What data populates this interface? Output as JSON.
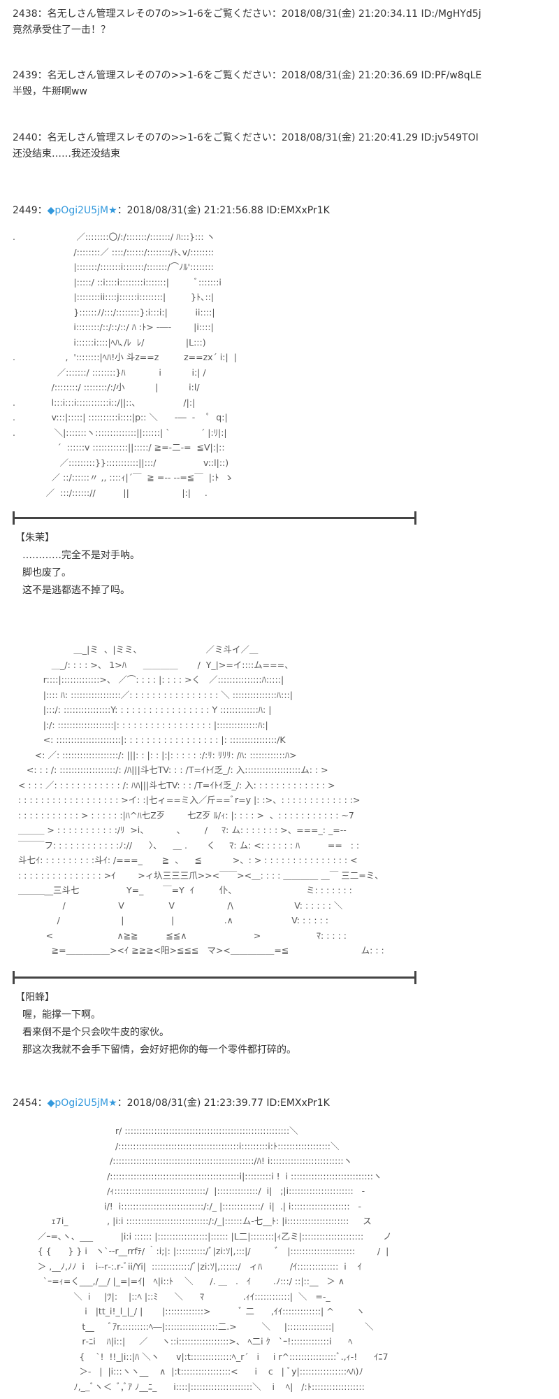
{
  "posts": [
    {
      "header": "2438：名无しさん管理スレその7の>>1-6をご覧ください：2018/08/31(金) 21:20:34.11 ID:/MgHYd5j",
      "body": "竟然承受住了一击！？"
    },
    {
      "header": "2439：名无しさん管理スレその7の>>1-6をご覧ください：2018/08/31(金) 21:20:36.69 ID:PF/w8qLE",
      "body": "半毁，牛掰啊ww"
    },
    {
      "header": "2440：名无しさん管理スレその7の>>1-6をご覧ください：2018/08/31(金) 21:20:41.29 ID:jv549TOI",
      "body": "还没结束……我还没结束"
    }
  ],
  "post2449": {
    "number": "2449：",
    "trip": "◆pOgi2U5jM",
    "star": "★",
    "meta": "：2018/08/31(金) 21:21:56.88 ID:EMXxPr1K"
  },
  "post2454": {
    "number": "2454：",
    "trip": "◆pOgi2U5jM",
    "star": "★",
    "meta": "：2018/08/31(金) 21:23:39.77 ID:EMXxPr1K"
  },
  "art1": [
    ".                      ／::::::::〇/:/:::::::/:::::::/ ﾊ:::}::: ヽ",
    "                      /::::::::／ ::::/::::::/::::::::/ﾄ､v/::::::::",
    "                      |:::::::/:::::::i:::::::/:::::::/⌒ﾉﾙ'::::::::",
    "                      |:::::/ ::i::::i::::::::i:::::::|         ﾞ:::::::i",
    "                      |::::::::ii::::j::::::i::::::::|         }ﾄ､::|",
    "                      }::::::ﾉ/:::/::::::::}:i:::i:|          ii::::|",
    "                      i::::::::/::/::/::/ ﾊ :ﾄ> ‐―‐        |i::::|",
    "                      i::::::i::::|ﾍﾊ､/ﾚ  ﾚ/               |L:::)",
    ".                  ,  '::::::::|ﾍﾊ!小 斗z==z         z==zx´ i:|  |",
    "                ／:::::::/ ::::::::}ﾊ            i           i:| /",
    "              /::::::::/ ::::::::/:/小           |           i:l/",
    ".             l:::i:::i:::::::::::i::/||::､                 /|:|",
    ".             v:::|:::::| ::::::::::i::::|p:: ＼      ‐―  -    ﾟ  q:|",
    ".              ＼|:::::::ヽ::::::::::::::||::::::| `           ´ |:ﾘ|:|",
    "                ´  ::::::v ::::::::::::||:::::/ ≧=‐二‐=  ≦V|:|::",
    "                 ／:::::::::}}:::::::::::||:::/                 v::l|::)",
    "              ／ ::/::::::〃 ,, ::::ｨ|´￣  ≧ =‐‐ ‐‐=≦￣  |:ﾄ  ゝ",
    "            ／  :::/:::::://          ||                   |:|     ."
  ],
  "speaker1": "【朱茉】",
  "lines1": [
    "…………完全不是对手呐。",
    "脚也废了。",
    "这不是逃都逃不掉了吗。"
  ],
  "art2": [
    "                      ＿_|ミ  、|ミミ、                       ／ミ斗イ／＿",
    "              ＿_/: : : : >、 1>ﾊ      ＿＿＿＿       /  Y_|>=イ::::ム===、",
    "           r::::|:::::::::::::>、 ／⌒: : : : |: : : : >く   ／:::::::::::::::ﾊ:::::|",
    "           |:::: ﾊ: :::::::::::::::::／: : : : : : : : : : : : : : : : ＼ :::::::::::::::ﾊ:::|",
    "           |:::/: ::::::::::::::::Y: : : : : : : : : : : : : : : : : Y :::::::::::::ﾊ: |",
    "           |:/: :::::::::::::::::::|: : : : : : : : : : : : : : : : : |::::::::::::::ﾊ:|",
    "           <: ::::::::::::::::::::::|: : : : : : : : : : : : : : : : : |: ::::::::::::::::/K",
    "        <: ／: :::::::::::::::::::/: |||: : |: : |:|: : : : : :/:ﾘ: ﾘﾘﾘ: /ﾊ: ::::::::::::ﾊ>",
    "     <: : : /: :::::::::::::::::::/: /ﾊ|||斗七TV: : : /T=ｲﾄｲ乏_/: 入:::::::::::::::::::ム: : >",
    "  < : : : ／: : : : : : : : : : : : /: ﾊﾊ|||斗七TV: : : /T=ｲﾄｲ乏_/: 入: : : : : : : : : : : : : >",
    "  : : : : : : : : : : : : : : : : : : >イ: :|七ィ==ミ入／斤==ﾞr=y |: :>、: : : : : : : : : : : : :>",
    "  : : : : : : : : : : : > : : : : : :|ﾊ^ﾊ七Z歹        七Z歹 ﾙ/ｨ: |: : : : >  、: : : : : : : : : : : ~7",
    "  ＿＿＿ > : : : : : : : : : : :/ﾘ  >i、          、       /     ﾏ: ム: : : : : : : >、===_: _=-‐",
    "  ￣￣￣フ: : : : : : : : : : : :ﾉ://      〉、    ＿ .       く     ﾏ: ム: <: : : : : : ﾊ          ==   : :",
    "  斗七ｲ: : : : : : : : : :斗ｲ: /===_       ≧  、    ≦           >、: > : : : : : : : : : : : : : : : <",
    "  : : : : : : : : : : : : : : : >ｲ        >ィ圦三三三爪>><￣￣><＿: : : : ＿＿＿＿ ＿￣ 三二=ミ、",
    "  ＿＿＿__三斗七                 Y=_       ￣=Y  ｲ         仆、                         ミ: : : : : : :",
    "                  /                   V                V                   /\\                      V: : : : : : ＼",
    "                /                      |                 |                  .∧                     V: : : : : :",
    "            <                       ∧≧≧          ≦≦∧                        >                    ﾏ: : : : :",
    "              ≧=＿＿＿＿＿><ｲ ≧≧≧<阳>≦≦≦   マ><＿＿＿＿＿=≦                          ム: : :"
  ],
  "speaker2": "【阳蜂】",
  "lines2": [
    "喔，能撑一下啊。",
    "看来倒不是个只会吹牛皮的家伙。",
    "那这次我就不会手下留情，会好好把你的每一个零件都打碎的。"
  ],
  "art3": [
    "                                     r/ ::::::::::::::::::::::::::::::::::::::::::::::::::::::::＼",
    "                                     /:::::::::::::::::::::::::::::::::::::::::i:::::::::i:ﾄ::::::::::::::::::＼",
    "                                   /::::::::::::::::::::::::::::::::::::::::::::::::/ﾊ! i:::::::::::::::::::::::::ヽ",
    "                                  /::::::::::::::::::::::::::::::::::::::::::::i|:::::::::i !  i ::::::::::::::::::::::::::::ヽ",
    "                                  /ｨ:::::::::::::::::::::::::::::::/  |::::::::::::::/  i|   ;|i::::::::::::::::::::::   ‐",
    "                                 i/!  i::::::::::::::::::::::::::::/:/_ |:::::::::::::/  i|  .| i::::::::::::::::::::   -",
    "              ｪ7i_              , |i:i ::::::::::::::::::::::::::::/:/_|::::::ム‐七__ﾄ: |i:::::::::::::::::::::     ス",
    "         ／ｰ=､ヽ、___          |i:i :::::: |:::::::::::::::::|:::::: |L二|::::::::|ｨ乙ミ|:::::::::::::::::::::       ノ",
    "         { {      } } i   ヽ`‐-r__rrfﾃ/ ｀:i;|: |::::::::::/ﾞ|zi:ｿ|,:::|/         ﾞ   |::::::::::::::::::::::        /  |",
    "         ＞ ,__ﾉ,ﾉﾉ  i    i‐‐r‐:.r‐ﾞii/Yi|  :::::::::::::/ﾞ|zi:ｿ|,::::::/   ィﾊ          /ｲ::::::::::::::  i    ｲ",
    "           `ｰ=ｨ=く___,/__/ |_=|=ｲ|   ﾍ|i::ﾄ    ＼      /. ＿   .   ｲ        .ﾉ:::/ ::|::__   ＞ ∧",
    "                      ＼  i     |ﾂ|:    |::ﾍ |::ﾐ      ＼      ﾏ              .ｨｲ::::::::::::|  ＼   =‐_",
    "                          i   |tt_i!_l_|_/ |       |:::::::::::::>          ﾞ 二      ,ｲｲ:::::::::::::| ^        ヽ",
    "                         t__     ﾞｱr.:::::::::ﾍ―|::::::::::::::::::二.>         ＼     |:::::::::::::::|           ＼",
    "                         r‐ﾆi    ﾊ|i::|     ／     ヽ::i:::::::::::::::::>、 ﾍ二i ｸ   `ｰ!:::::::::::::i      ﾍ",
    "                        {    `!  !!_|i::|ﾊ ＼ヽ      v|:t::::::::::::::ﾍ_r´   i     i r^::::::::::::::::ﾞ.,ｨ‐!      ｲﾆ7",
    "                        ＞‐   |  |i:::ヽヽ__    ∧  |:t:::::::::::::::::<      i    c   | ﾞy|::::::::::::::::ﾍﾊ)ﾉ",
    "                      ﾉ,__ﾞヽ＜  ﾞ,ﾞｱ ﾉ__ﾆ_      i::::|:::::::::::::::::::::＼    i    ﾍ|   /:ﾄ::::::::::::::::::"
  ]
}
